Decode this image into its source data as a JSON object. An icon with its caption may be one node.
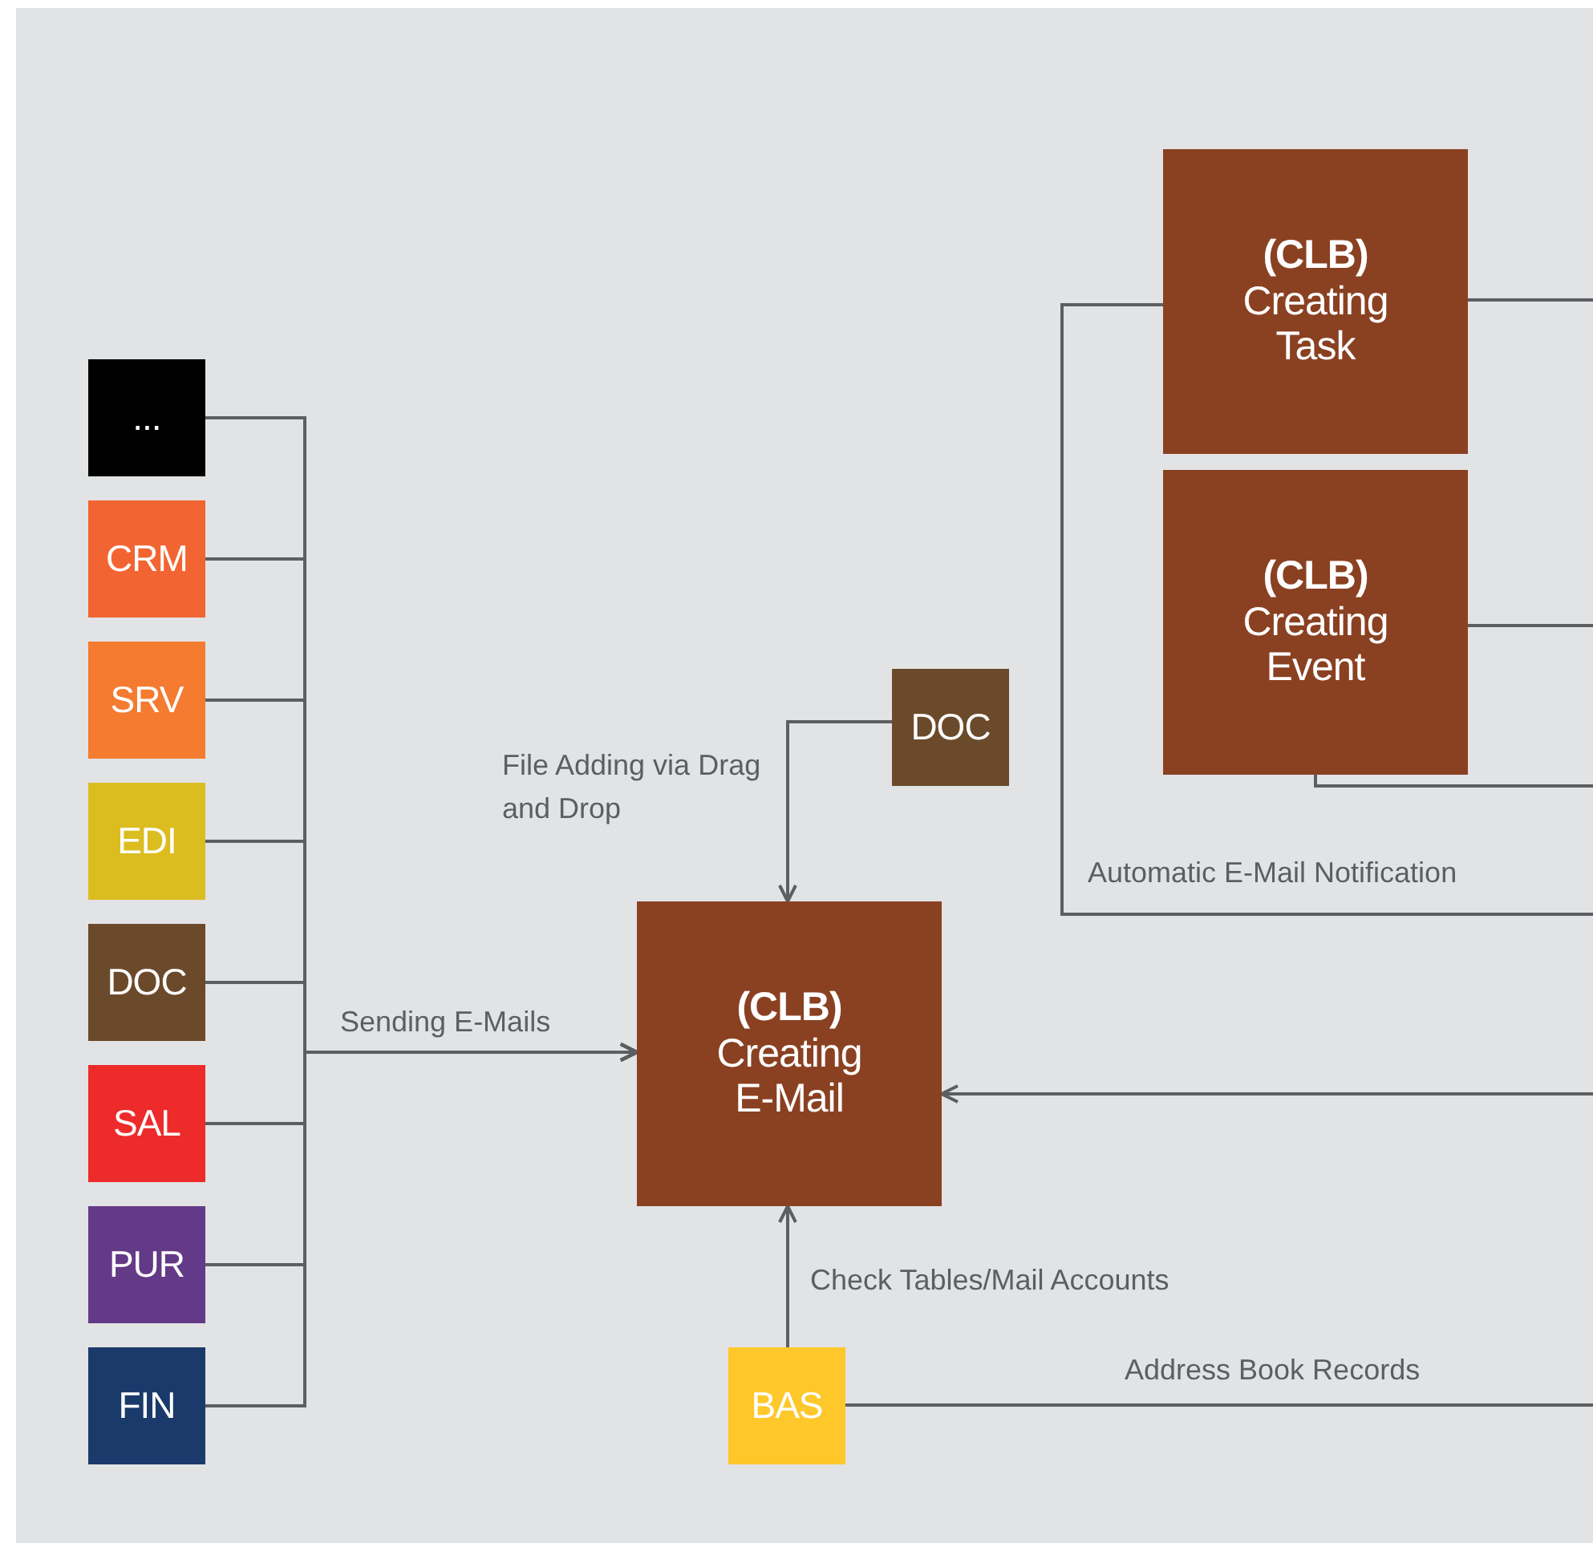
{
  "diagram": {
    "nodes": [
      {
        "text": [
          "..."
        ]
      },
      {
        "text": [
          "CRM"
        ]
      },
      {
        "text": [
          "SRV"
        ]
      },
      {
        "text": [
          "EDI"
        ]
      },
      {
        "text": [
          "DOC"
        ]
      },
      {
        "text": [
          "SAL"
        ]
      },
      {
        "text": [
          "PUR"
        ]
      },
      {
        "text": [
          "FIN"
        ]
      },
      {
        "text": [
          "(CLB)",
          "Creating Task"
        ]
      },
      {
        "text": [
          "(CLB)",
          "Creating Event"
        ]
      },
      {
        "text": [
          "DOC"
        ]
      },
      {
        "text": [
          "(CLB)",
          "Creating E-Mail"
        ]
      },
      {
        "text": [
          "BAS"
        ]
      }
    ],
    "edges": [
      {
        "from": 0,
        "to": 11,
        "arrow": "to"
      },
      {
        "from": 1,
        "to": 11,
        "arrow": "to"
      },
      {
        "from": 2,
        "to": 11,
        "arrow": "to"
      },
      {
        "from": 3,
        "to": 11,
        "arrow": "to"
      },
      {
        "from": 4,
        "to": 11,
        "arrow": "to"
      },
      {
        "from": 5,
        "to": 11,
        "arrow": "to"
      },
      {
        "from": 6,
        "to": 11,
        "arrow": "to"
      },
      {
        "from": 7,
        "to": 11,
        "arrow": "to",
        "label": "Sending E-Mails"
      },
      {
        "from": 10,
        "to": 11,
        "arrow": "to",
        "label": "File Adding via Drag and Drop"
      },
      {
        "from": 12,
        "to": 11,
        "arrow": "to",
        "label": "Check Tables/Mail Accounts"
      },
      {
        "from": 12,
        "to": null,
        "arrow": "none",
        "label": "Address Book Records"
      },
      {
        "from": null,
        "to": 11,
        "arrow": "to"
      },
      {
        "from": 8,
        "to": null,
        "arrow": "none",
        "label": "Automatic E-Mail Notification"
      },
      {
        "from": 8,
        "to": null,
        "arrow": "none"
      },
      {
        "from": 9,
        "to": null,
        "arrow": "none"
      },
      {
        "from": 9,
        "to": null,
        "arrow": "none"
      }
    ]
  }
}
